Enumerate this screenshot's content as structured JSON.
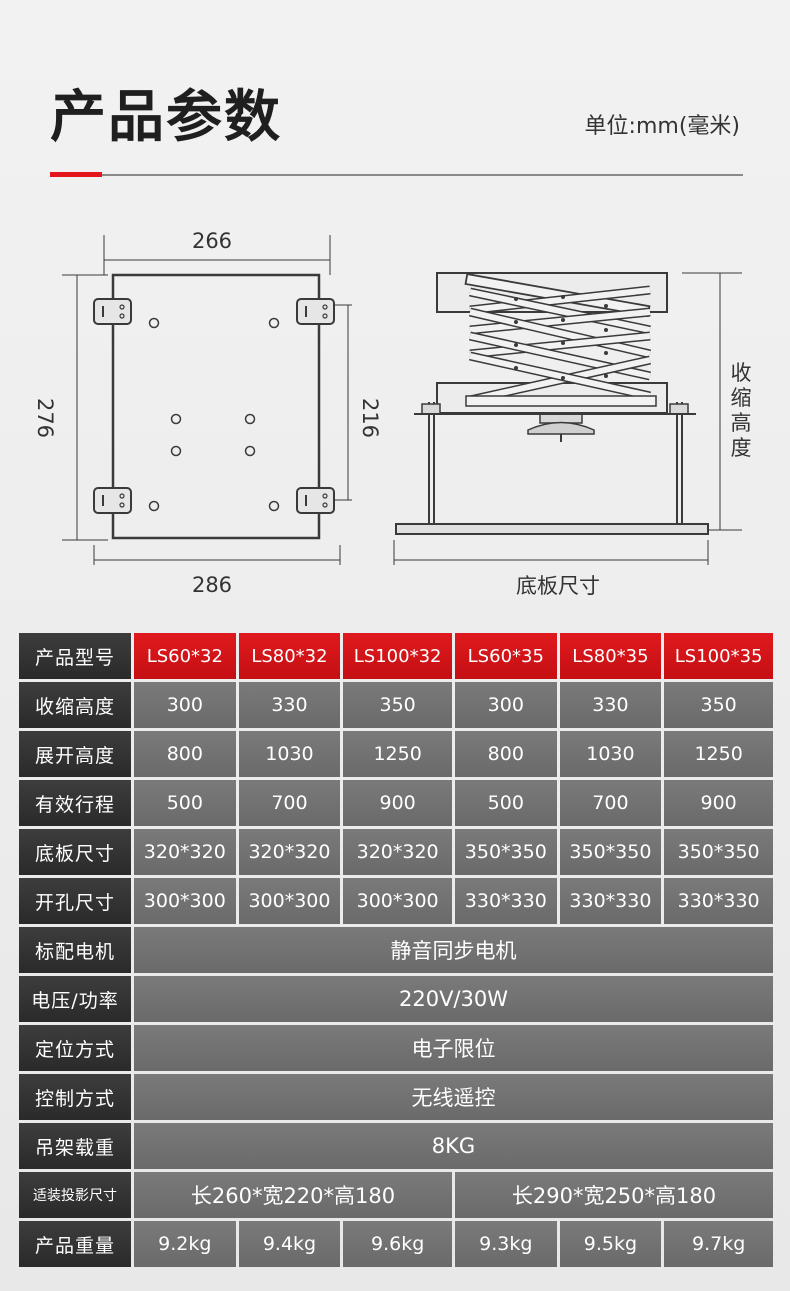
{
  "header": {
    "title": "产品参数",
    "unit": "单位:mm(毫米)",
    "accent_color": "#e4161c"
  },
  "diagram": {
    "top_width": "266",
    "bottom_width": "286",
    "left_height": "276",
    "right_height": "216",
    "retract_label_chars": [
      "收",
      "缩",
      "高",
      "度"
    ],
    "base_label": "底板尺寸"
  },
  "table": {
    "row_labels": {
      "model": "产品型号",
      "retract": "收缩高度",
      "extend": "展开高度",
      "stroke": "有效行程",
      "base": "底板尺寸",
      "hole": "开孔尺寸",
      "motor": "标配电机",
      "voltage": "电压/功率",
      "position": "定位方式",
      "control": "控制方式",
      "load": "吊架载重",
      "projector": "适装投影尺寸",
      "weight": "产品重量"
    },
    "models": [
      "LS60*32",
      "LS80*32",
      "LS100*32",
      "LS60*35",
      "LS80*35",
      "LS100*35"
    ],
    "retract": [
      "300",
      "330",
      "350",
      "300",
      "330",
      "350"
    ],
    "extend": [
      "800",
      "1030",
      "1250",
      "800",
      "1030",
      "1250"
    ],
    "stroke": [
      "500",
      "700",
      "900",
      "500",
      "700",
      "900"
    ],
    "base": [
      "320*320",
      "320*320",
      "320*320",
      "350*350",
      "350*350",
      "350*350"
    ],
    "hole": [
      "300*300",
      "300*300",
      "300*300",
      "330*330",
      "330*330",
      "330*330"
    ],
    "motor": "静音同步电机",
    "voltage": "220V/30W",
    "position": "电子限位",
    "control": "无线遥控",
    "load": "8KG",
    "projector": [
      "长260*宽220*高180",
      "长290*宽250*高180"
    ],
    "weight": [
      "9.2kg",
      "9.4kg",
      "9.6kg",
      "9.3kg",
      "9.5kg",
      "9.7kg"
    ]
  }
}
